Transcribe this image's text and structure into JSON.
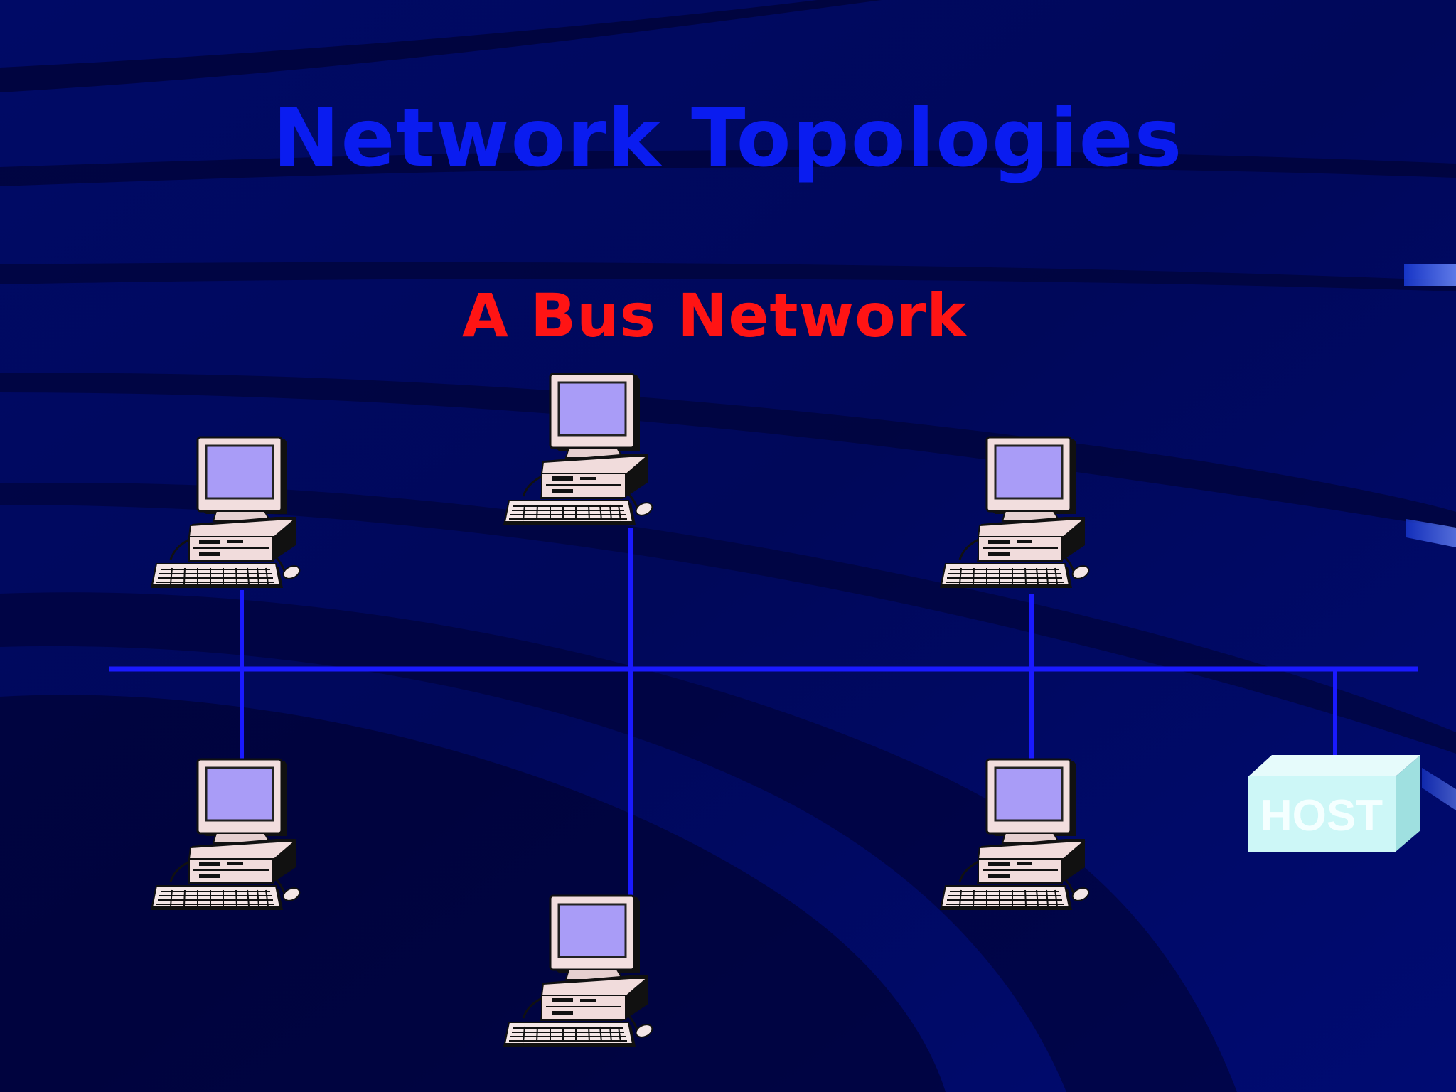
{
  "slide": {
    "title": "Network Topologies",
    "subtitle": "A Bus Network"
  },
  "diagram": {
    "type": "bus",
    "nodes": [
      {
        "id": "pc-top-left",
        "kind": "workstation"
      },
      {
        "id": "pc-top-center",
        "kind": "workstation"
      },
      {
        "id": "pc-top-right",
        "kind": "workstation"
      },
      {
        "id": "pc-bottom-left",
        "kind": "workstation"
      },
      {
        "id": "pc-bottom-center",
        "kind": "workstation"
      },
      {
        "id": "pc-bottom-right",
        "kind": "workstation"
      },
      {
        "id": "host",
        "kind": "host",
        "label": "HOST"
      }
    ]
  },
  "colors": {
    "background": "#00095e",
    "title": "#0a1cf0",
    "subtitle": "#ff1414",
    "bus_line": "#1a1aff",
    "screen": "#a99cf7",
    "host_box": "#cdf7f7"
  }
}
